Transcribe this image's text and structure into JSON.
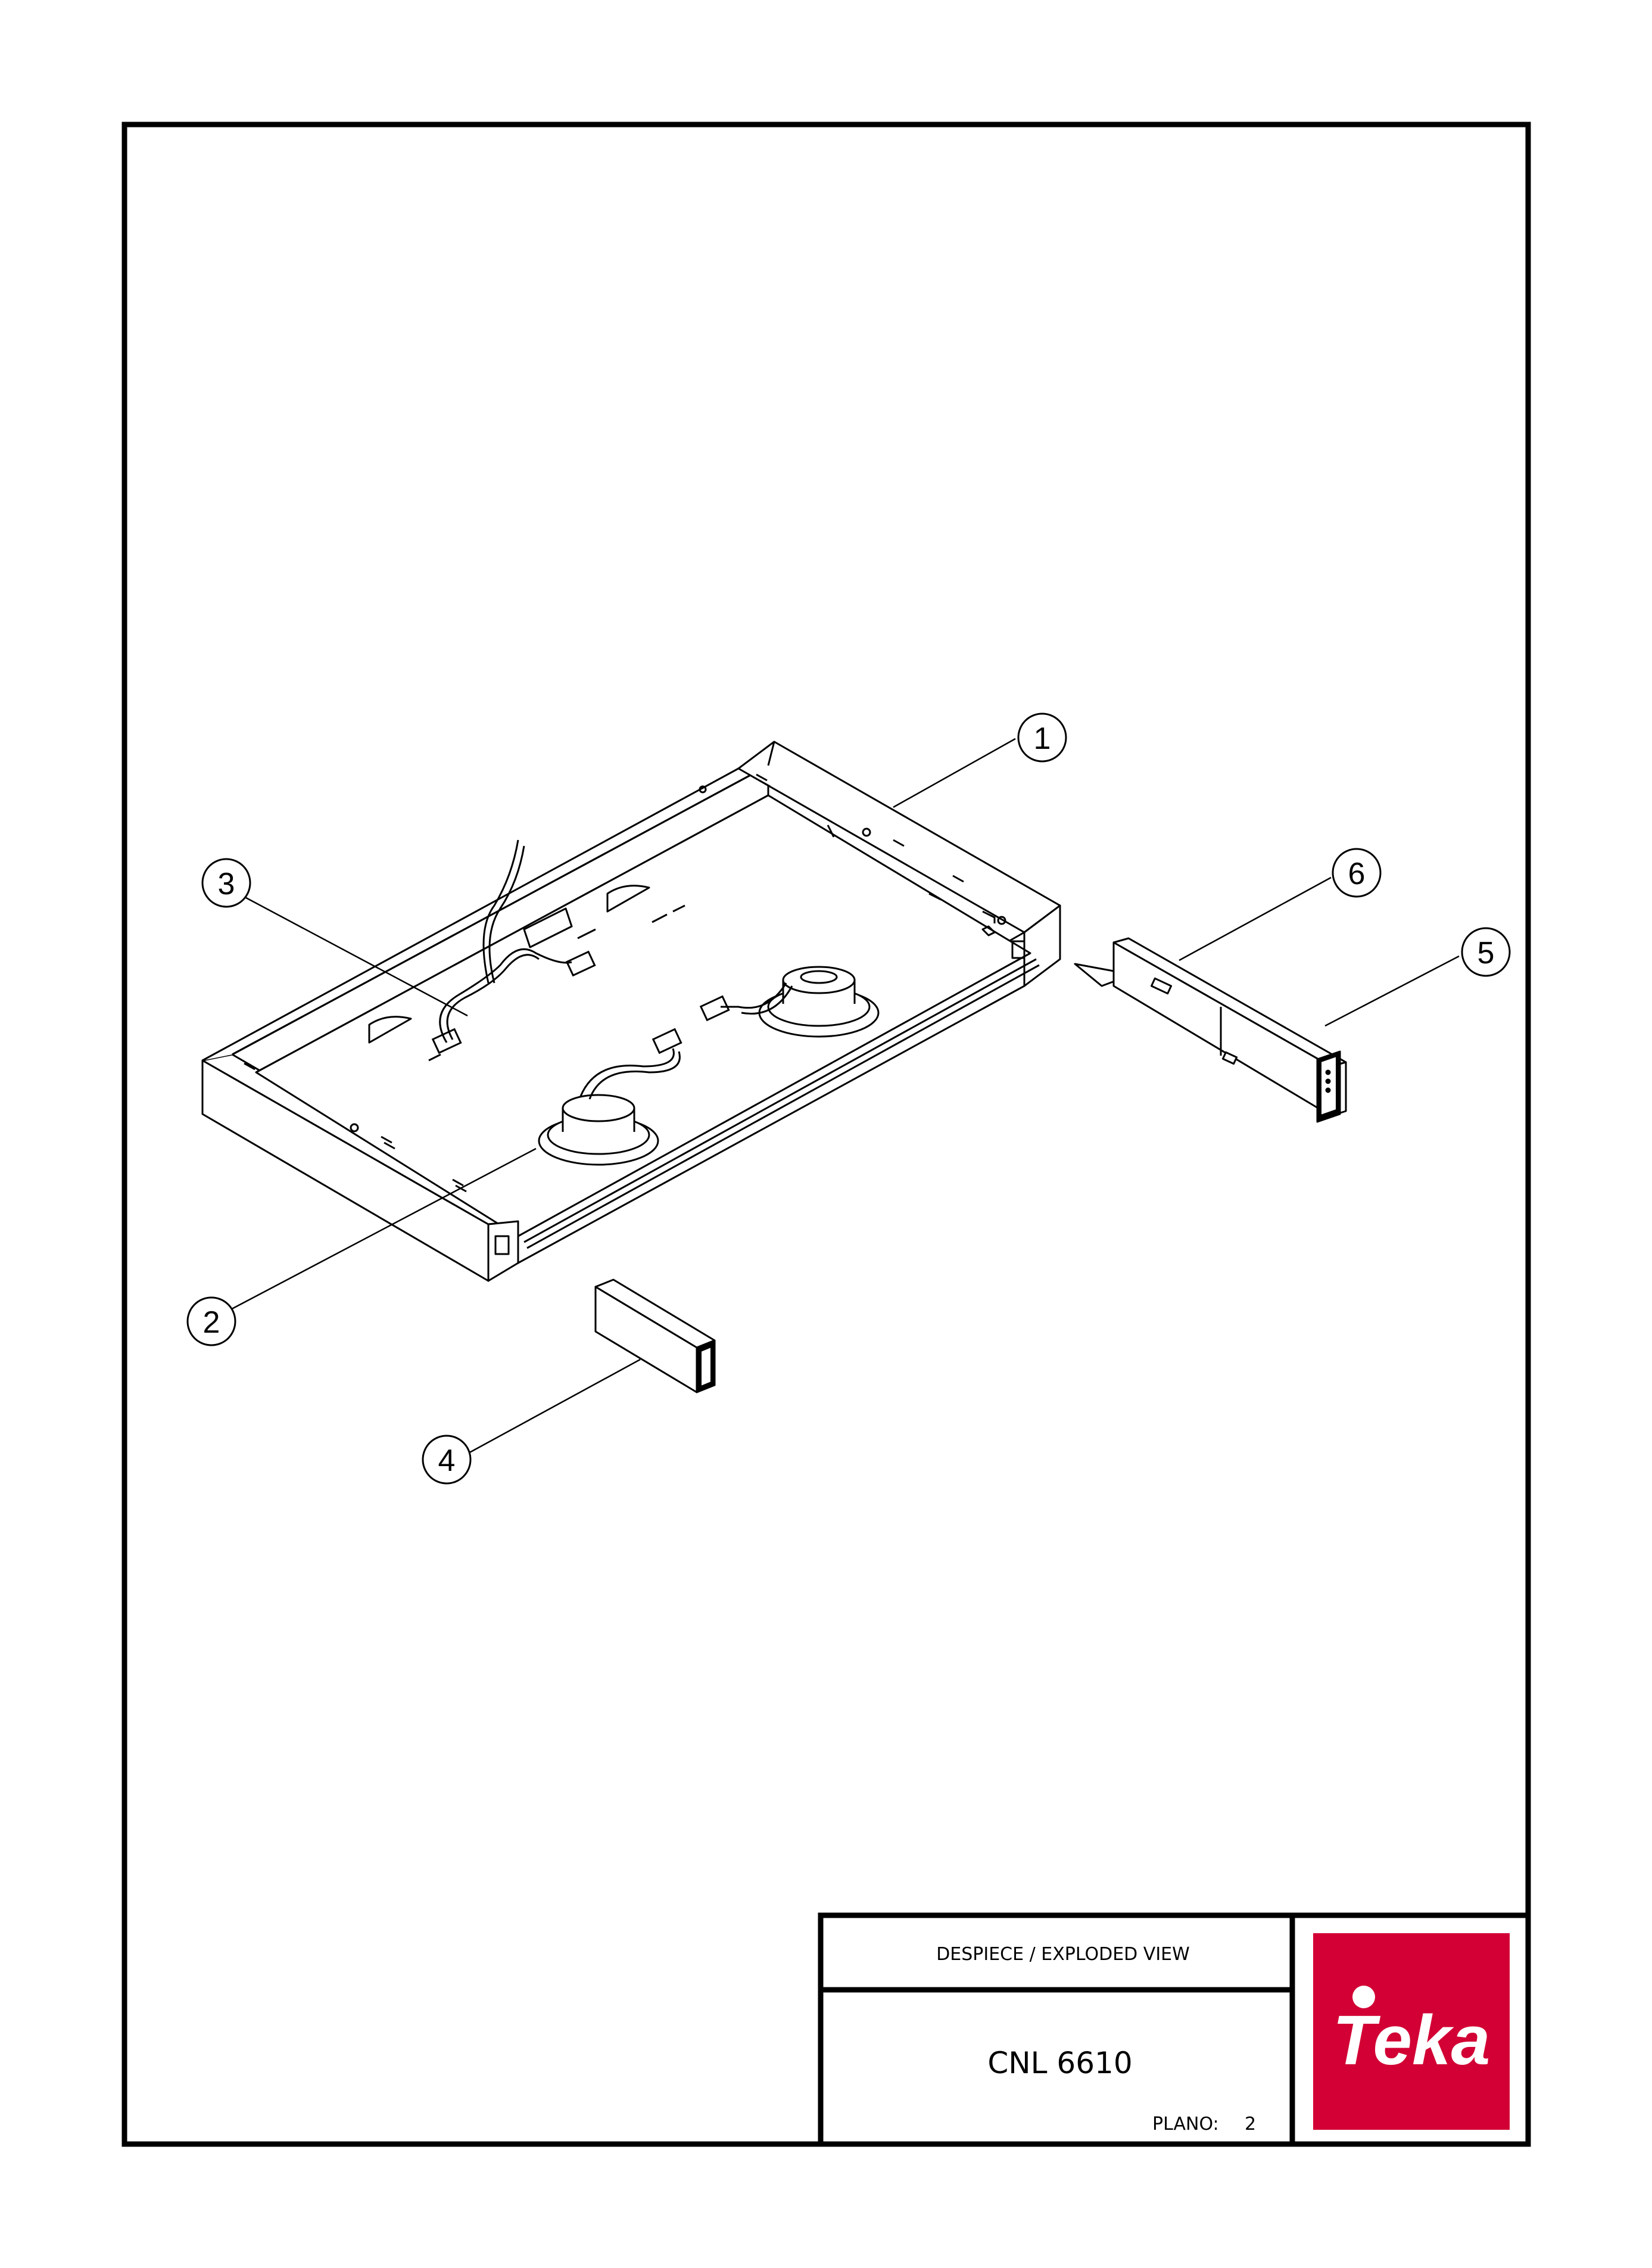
{
  "title_block": {
    "heading": "DESPIECE / EXPLODED VIEW",
    "model": "CNL 6610",
    "plano_label": "PLANO:",
    "plano_number": "2"
  },
  "brand": {
    "logo_text": "Teka",
    "logo_color": "#d20034"
  },
  "callouts": [
    {
      "number": "1"
    },
    {
      "number": "2"
    },
    {
      "number": "3"
    },
    {
      "number": "4"
    },
    {
      "number": "5"
    },
    {
      "number": "6"
    }
  ]
}
